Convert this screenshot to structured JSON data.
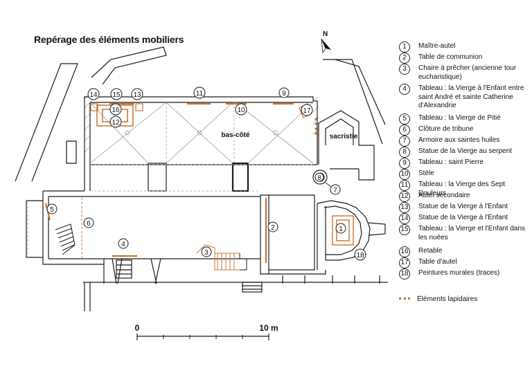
{
  "title": "Repérage des éléments mobiliers",
  "north": "N",
  "scale": {
    "start": "0",
    "end": "10 m"
  },
  "rooms": {
    "nave_aisle": "bas-côté",
    "sacristy": "sacristie"
  },
  "colors": {
    "accent": "#c8742f",
    "line": "#1a1a1a",
    "hatch": "#9a9a9a"
  },
  "legend": [
    {
      "num": "1",
      "text": "Maître-autel"
    },
    {
      "num": "2",
      "text": "Table de communion"
    },
    {
      "num": "3",
      "text": "Chaire à prêcher (ancienne tour eucharistique)"
    },
    {
      "num": "4",
      "text": "Tableau : la Vierge à l'Enfant entre saint André et sainte Catherine d'Alexandrie"
    },
    {
      "num": "5",
      "text": "Tableau : la Vierge de Pitié"
    },
    {
      "num": "6",
      "text": "Clôture de tribune"
    },
    {
      "num": "7",
      "text": "Armoire aux saintes huiles"
    },
    {
      "num": "8",
      "text": "Statue de la Vierge au serpent"
    },
    {
      "num": "9",
      "text": "Tableau : saint Pierre"
    },
    {
      "num": "10",
      "text": "Stèle"
    },
    {
      "num": "11",
      "text": "Tableau : la Vierge des Sept Douleurs"
    },
    {
      "num": "12",
      "text": "Autel secondaire"
    },
    {
      "num": "13",
      "text": "Statue de la Vierge à l'Enfant"
    },
    {
      "num": "14",
      "text": "Statue de la Vierge à l'Enfant"
    },
    {
      "num": "15",
      "text": "Tableau : la Vierge et l'Enfant dans les nuées"
    },
    {
      "num": "16",
      "text": "Retable"
    },
    {
      "num": "17",
      "text": "Table d'autel"
    },
    {
      "num": "18",
      "text": "Peintures murales (traces)"
    }
  ],
  "legend_lapidary": "Éléments lapidaires"
}
